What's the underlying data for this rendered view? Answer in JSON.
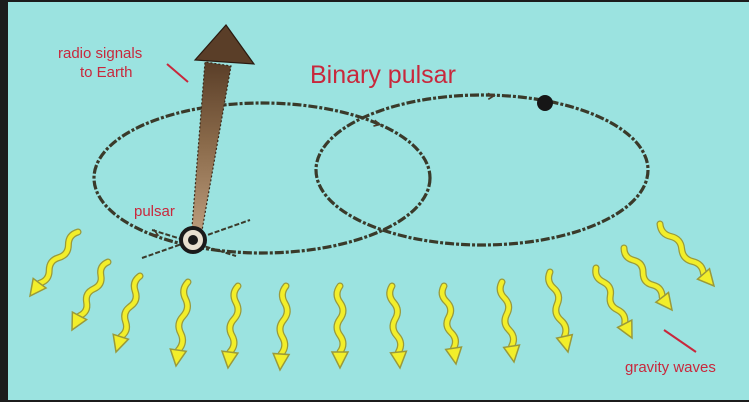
{
  "diagram": {
    "title": "Binary pulsar",
    "labels": {
      "radio_signals_line1": "radio signals",
      "radio_signals_line2": "to Earth",
      "pulsar": "pulsar",
      "gravity_waves": "gravity waves"
    },
    "colors": {
      "background": "#9be3e0",
      "frame": "#1c1c1c",
      "label_text": "#c8283c",
      "orbit": "#3a3a2a",
      "beam": "#8a6a4a",
      "wave_fill": "#f2ee2a",
      "wave_outline": "#9a9a3a"
    },
    "icons": {
      "pulsar": "pulsar-star-icon",
      "companion": "companion-star-icon",
      "beam": "radio-beam-arrow-icon",
      "waves": "gravity-wave-arrow-icon"
    }
  }
}
